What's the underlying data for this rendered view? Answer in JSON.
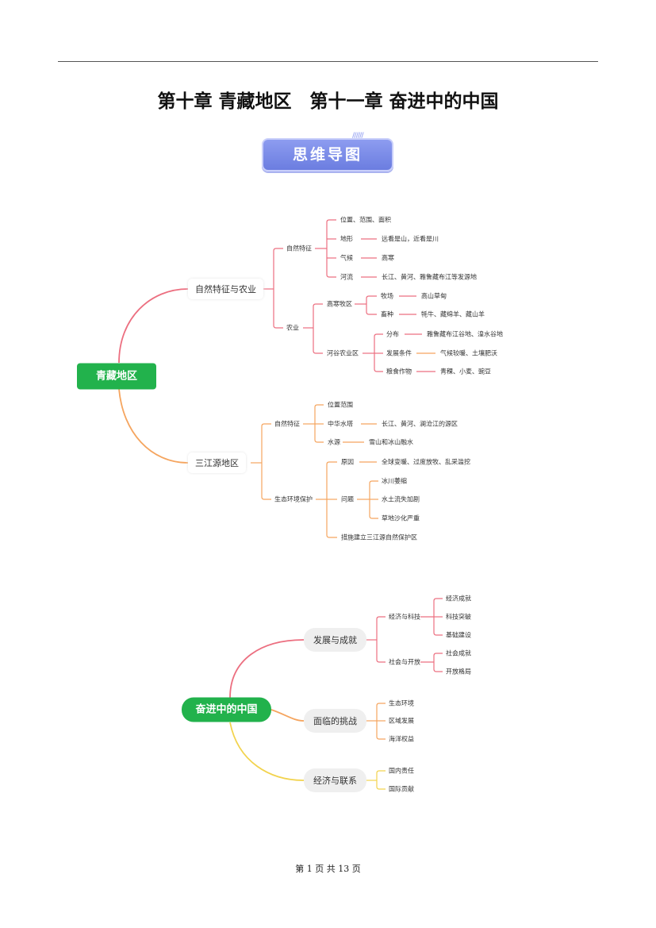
{
  "title": "第十章 青藏地区　第十一章 奋进中的中国",
  "badge": "思维导图",
  "map1": {
    "root": "青藏地区",
    "b1": "自然特征与农业",
    "b1_natural": "自然特征",
    "n_pos": "位置、范围、面积",
    "n_terrain": "地形",
    "n_terrain_v": "远看是山，近看是川",
    "n_climate": "气候",
    "n_climate_v": "高寒",
    "n_river": "河流",
    "n_river_v": "长江、黄河、雅鲁藏布江等发源地",
    "b1_agri": "农业",
    "a_pasture": "高寒牧区",
    "a_field": "牧场",
    "a_field_v": "高山草甸",
    "a_breed": "畜种",
    "a_breed_v": "牦牛、藏绵羊、藏山羊",
    "a_valley": "河谷农业区",
    "a_dist": "分布",
    "a_dist_v": "雅鲁藏布江谷地、湟水谷地",
    "a_cond": "发展条件",
    "a_cond_v": "气候较暖、土壤肥沃",
    "a_crop": "粮食作物",
    "a_crop_v": "青稞、小麦、豌豆",
    "b2": "三江源地区",
    "b2_natural": "自然特征",
    "s_pos": "位置范围",
    "s_tower": "中华水塔",
    "s_tower_v": "长江、黄河、澜沧江的源区",
    "s_water": "水源",
    "s_water_v": "雪山和冰山融水",
    "b2_eco": "生态环境保护",
    "e_cause": "原因",
    "e_cause_v": "全球变暖、过度放牧、乱采滥挖",
    "e_prob": "问题",
    "e_p1": "冰川萎缩",
    "e_p2": "水土流失加剧",
    "e_p3": "草地沙化严重",
    "e_measure": "措施建立三江源自然保护区"
  },
  "map2": {
    "root": "奋进中的中国",
    "b1": "发展与成就",
    "b1_c1": "经济与科技",
    "c1_1": "经济成就",
    "c1_2": "科技突破",
    "c1_3": "基础建设",
    "b1_c2": "社会与开放",
    "c2_1": "社会成就",
    "c2_2": "开放格局",
    "b2": "面临的挑战",
    "b2_1": "生态环境",
    "b2_2": "区域发展",
    "b2_3": "海洋权益",
    "b3": "经济与联系",
    "b3_1": "国内责任",
    "b3_2": "国际贡献"
  },
  "footer": "第 1 页 共 13 页",
  "colors": {
    "pink": "#ec6f80",
    "orange": "#f5a55f",
    "yellow": "#f2d34e",
    "green": "#22b24c"
  }
}
